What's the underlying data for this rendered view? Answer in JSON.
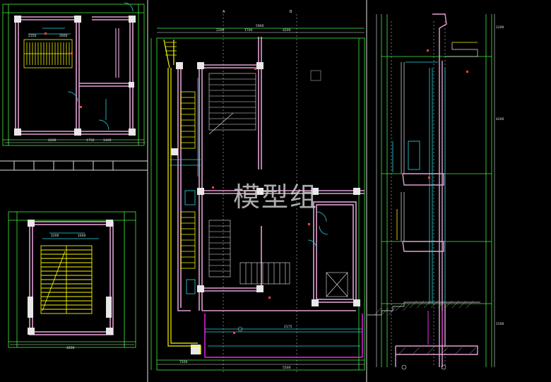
{
  "watermark": "模型组",
  "axis_labels": {
    "a": "A",
    "b": "B"
  },
  "dims": {
    "top1": "2350",
    "top2": "2600",
    "mid_total": "5900",
    "mid_a": "2200",
    "mid_b": "1700",
    "mid_c": "4200",
    "bl_a": "2200",
    "bl_b": "1600",
    "bl_total": "4200",
    "mid_bot1": "7200",
    "mid_bot2": "2175",
    "mid_bot3": "5500",
    "tl_bot_a": "4200",
    "tl_bot_b": "1750",
    "tl_bot_c": "1400",
    "right_v1": "1200",
    "right_v2": "4200",
    "right_v3": "1500"
  },
  "colors": {
    "yellow": "#f7f700",
    "pink": "#e1a0d2",
    "cyan": "#27d9e3",
    "green": "#3ff23f",
    "white": "#e8e8e8",
    "magenta": "#f028f0",
    "red": "#ff4040",
    "gray": "#b0b0b0",
    "frame": "#e0e0e0"
  }
}
